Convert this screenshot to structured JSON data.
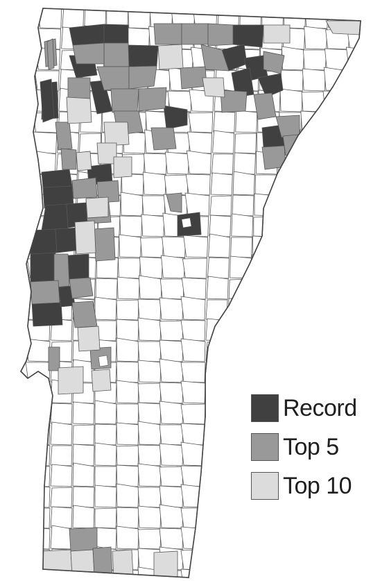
{
  "legend": {
    "items": [
      {
        "label": "Record",
        "color": "#404040",
        "key": "record"
      },
      {
        "label": "Top 5",
        "color": "#999999",
        "key": "top5"
      },
      {
        "label": "Top 10",
        "color": "#dcdcdc",
        "key": "top10"
      }
    ]
  },
  "colors": {
    "record": "#404040",
    "top5": "#999999",
    "top10": "#dcdcdc",
    "none": "#ffffff",
    "boundary": "#555555"
  }
}
